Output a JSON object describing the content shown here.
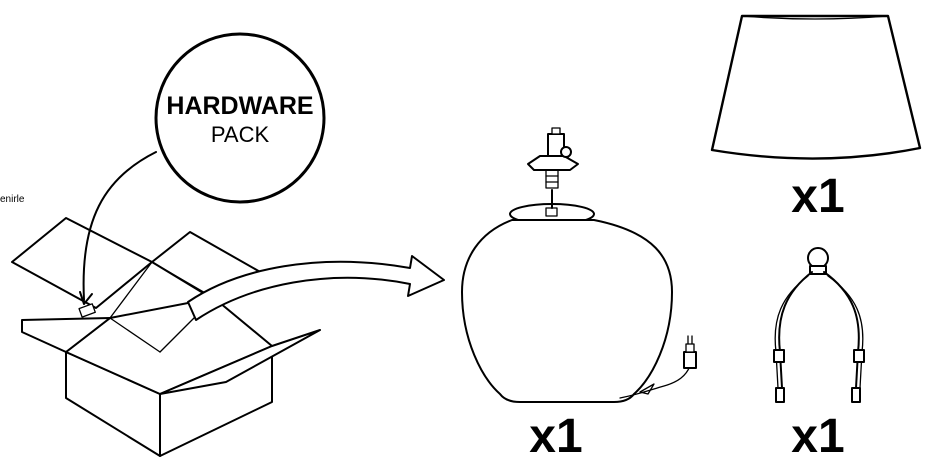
{
  "hardware_pack": {
    "line1": "HARDWARE",
    "line2": "PACK"
  },
  "side_text": "enirle",
  "items": [
    {
      "name": "lamp shade",
      "quantity": "x1"
    },
    {
      "name": "lamp base",
      "quantity": "x1"
    },
    {
      "name": "harp",
      "quantity": "x1"
    }
  ],
  "colors": {
    "line": "#000000",
    "background": "#ffffff"
  }
}
